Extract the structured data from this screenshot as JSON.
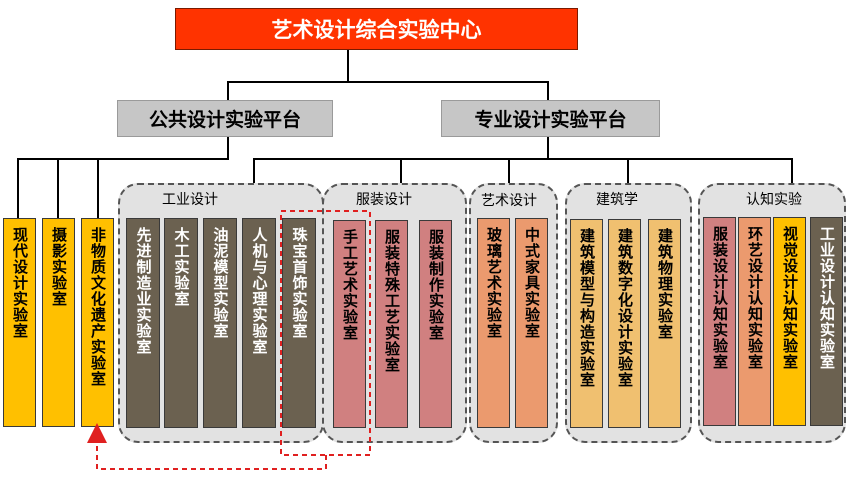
{
  "root": {
    "label": "艺术设计综合实验中心"
  },
  "platforms": {
    "public": "公共设计实验平台",
    "professional": "专业设计实验平台"
  },
  "groups": {
    "industrial": "工业设计",
    "fashion": "服装设计",
    "art": "艺术设计",
    "architecture": "建筑学",
    "cognition": "认知实验"
  },
  "labs": {
    "modern": "现代设计实验室",
    "photo": "摄影实验室",
    "heritage": "非物质文化遗产实验室",
    "advanced_mfg": "先进制造业实验室",
    "woodwork": "木工实验室",
    "clay_model": "油泥模型实验室",
    "ergonomics": "人机与心理实验室",
    "jewelry": "珠宝首饰实验室",
    "handcraft": "手工艺术实验室",
    "special_craft": "服装特殊工艺实验室",
    "garment_making": "服装制作实验室",
    "glass": "玻璃艺术实验室",
    "chinese_furniture": "中式家具实验室",
    "arch_model": "建筑模型与构造实验室",
    "arch_digital": "建筑数字化设计实验室",
    "arch_physics": "建筑物理实验室",
    "fashion_cognition": "服装设计认知实验室",
    "env_art_cognition": "环艺设计认知实验室",
    "visual_cognition": "视觉设计认知实验室",
    "industrial_cognition": "工业设计认知实验室"
  },
  "colors": {
    "root_fill": "#ff3300",
    "platform_fill": "#c6c6c6",
    "public_lab_fill": "#ffc000",
    "industrial_lab_fill": "#6b6150",
    "fashion_lab_fill": "#d08080",
    "art_lab_fill": "#eb9a6e",
    "architecture_lab_fill": "#f0c070",
    "highlight_dashed": "#e02020"
  }
}
